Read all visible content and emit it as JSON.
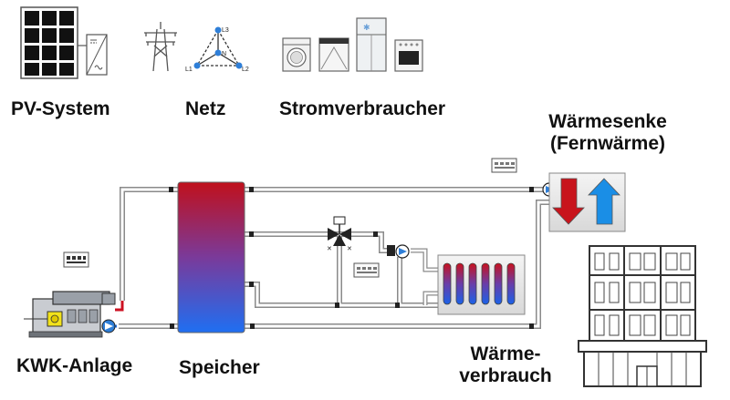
{
  "labels": {
    "pv_system": "PV-System",
    "netz": "Netz",
    "stromverbraucher": "Stromverbraucher",
    "waermesenke_line1": "Wärmesenke",
    "waermesenke_line2": "(Fernwärme)",
    "kwk_anlage": "KWK-Anlage",
    "speicher": "Speicher",
    "waermeverbrauch_line1": "Wärme-",
    "waermeverbrauch_line2": "verbrauch"
  },
  "grid_phases": {
    "l1": "L1",
    "l2": "L2",
    "l3": "L3",
    "n": "N"
  },
  "colors": {
    "hot": "#cc1122",
    "cold": "#1e6fe0",
    "pipe": "#8a8a8a",
    "pump": "#2f7fd8",
    "arrow_down": "#c8141c",
    "arrow_up": "#1a8ee6",
    "kwk_body": "#9aa0a8",
    "kwk_generator": "#f2e21b"
  }
}
